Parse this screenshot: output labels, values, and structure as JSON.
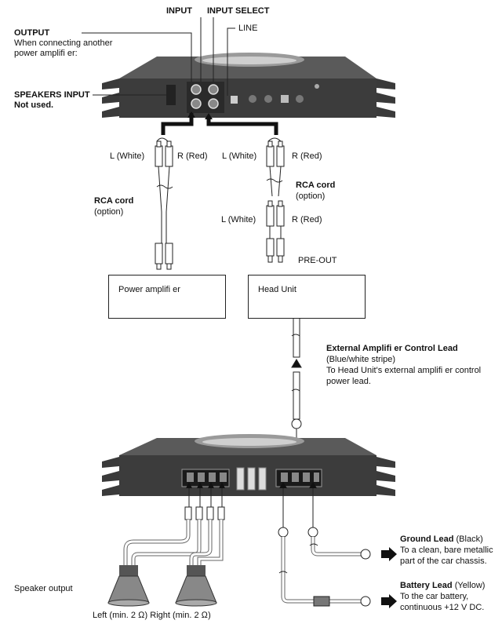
{
  "top_labels": {
    "input": "INPUT",
    "input_select": "INPUT SELECT",
    "line": "LINE",
    "output_title": "OUTPUT",
    "output_desc1": "When connecting another",
    "output_desc2": "power amplifi er:",
    "speakers_input_title": "SPEAKERS INPUT",
    "speakers_input_desc": "Not used."
  },
  "left_cable": {
    "l_label": "L (White)",
    "r_label": "R (Red)",
    "rca_title": "RCA cord",
    "rca_desc": "(option)"
  },
  "right_cable": {
    "l_label_top": "L (White)",
    "r_label_top": "R (Red)",
    "rca_title": "RCA cord",
    "rca_desc": "(option)",
    "l_label_bottom": "L (White)",
    "r_label_bottom": "R (Red)",
    "pre_out": "PRE-OUT"
  },
  "boxes": {
    "power_amplifier": "Power amplifi er",
    "head_unit": "Head Unit"
  },
  "ext_lead": {
    "title": "External Amplifi er Control Lead",
    "line1": "(Blue/white stripe)",
    "line2": "To Head Unit's external amplifi er control",
    "line3": "power lead."
  },
  "ground_lead": {
    "title": "Ground Lead",
    "color": "(Black)",
    "line1": "To a clean, bare metallic",
    "line2": "part of the car chassis."
  },
  "battery_lead": {
    "title": "Battery Lead",
    "color": "(Yellow)",
    "line1": "To the car battery,",
    "line2": "continuous +12 V DC."
  },
  "speakers": {
    "output_label": "Speaker output",
    "left_right_label": "Left (min. 2 Ω) Right (min. 2 Ω)"
  },
  "colors": {
    "amp_body": "#4a4a4a",
    "amp_top": "#6b6b6b",
    "line": "#222222"
  }
}
